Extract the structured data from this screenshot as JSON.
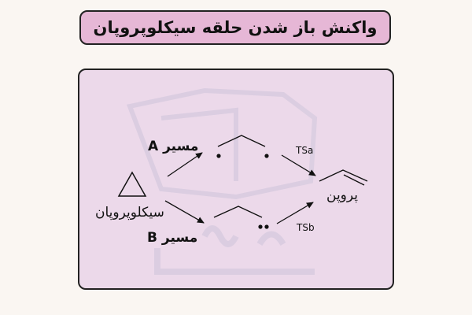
{
  "title": "واکنش باز شدن حلقه سیکلوپروپان",
  "diagram": {
    "reactant_label": "سیکلوپروپان",
    "path_a_label": "مسیر A",
    "path_b_label": "مسیر B",
    "ts_a_label": "TSa",
    "ts_b_label": "TSb",
    "product_label": "پروپن"
  },
  "colors": {
    "title_fill": "#e6b7d6",
    "panel_fill": "#ecd9ea",
    "watermark": "#d9cce0",
    "ink": "#111111"
  }
}
